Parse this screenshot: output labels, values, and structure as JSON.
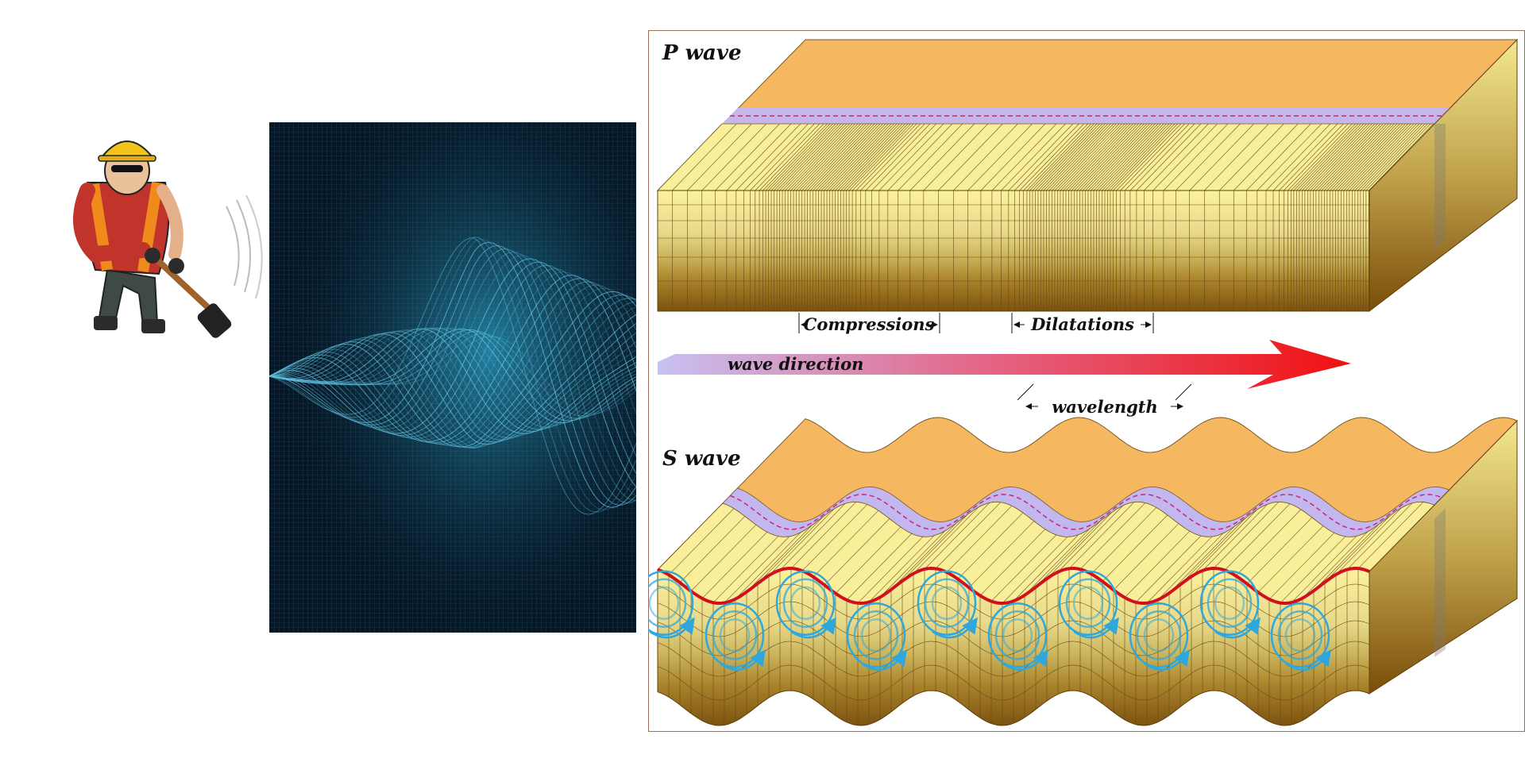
{
  "title_p": "P wave",
  "title_s": "S wave",
  "compressions": "Compressions",
  "dilatations": "Dilatations",
  "wave_direction": "wave direction",
  "wavelength": "wavelength",
  "colors": {
    "top_orange": "#f5b861",
    "front_yellow": "#f9ef9a",
    "band_lavender": "#c2b7ef",
    "dashed_magenta": "#d0247a",
    "red_line": "#d0101e",
    "particle_blue": "#2ea8dc",
    "arrow_red": "#f01010",
    "glow_cyan": "#37c8f5",
    "glow_bg": "#061624"
  },
  "icons": {
    "worker": "worker-with-sledgehammer-icon",
    "glow": "seismic-glow-waves-image"
  }
}
